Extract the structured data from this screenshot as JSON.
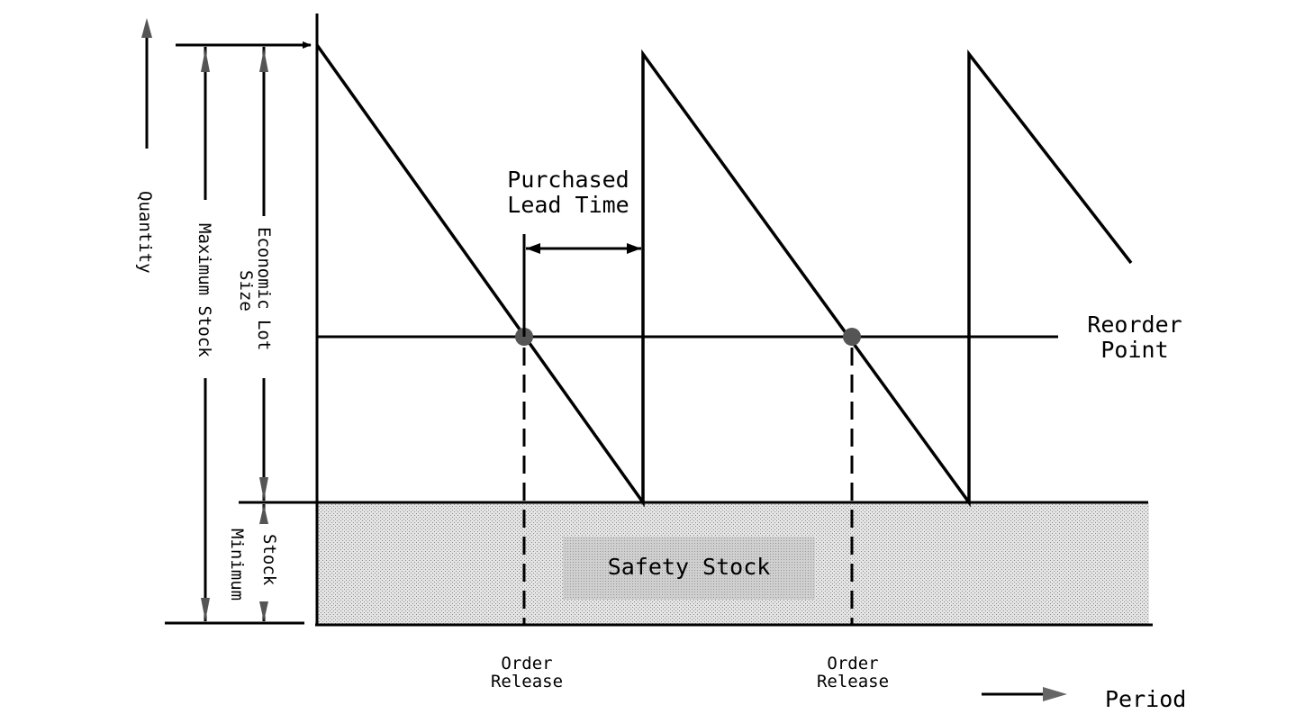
{
  "labels": {
    "quantity": "Quantity",
    "maximum_stock": "Maximum Stock",
    "economic_lot_size_line1": "Economic Lot",
    "economic_lot_size_line2": "Size",
    "minimum_stock_line1": "Stock",
    "minimum_stock_line2": "Minimum",
    "purchased_lead_time_line1": "Purchased",
    "purchased_lead_time_line2": "Lead Time",
    "reorder_point_line1": "Reorder",
    "reorder_point_line2": "Point",
    "safety_stock": "Safety Stock",
    "order_release_1_line1": "Order",
    "order_release_1_line2": "Release",
    "order_release_2_line1": "Order",
    "order_release_2_line2": "Release",
    "period": "Period"
  },
  "colors": {
    "line": "#000000",
    "safety_stock_fill": "#d9d9d9",
    "safety_stock_label_fill": "#c4c4c4",
    "marker": "#555555"
  }
}
